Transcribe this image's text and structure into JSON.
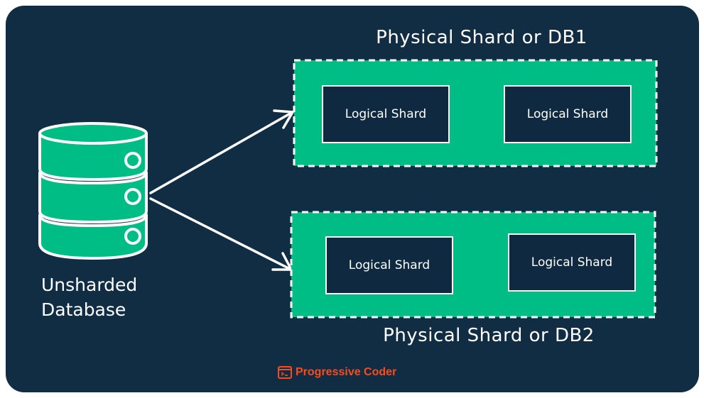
{
  "diagram": {
    "source": {
      "label_line1": "Unsharded",
      "label_line2": "Database"
    },
    "physical_shards": [
      {
        "title": "Physical Shard or DB1",
        "logical_shards": [
          "Logical Shard",
          "Logical Shard"
        ]
      },
      {
        "title": "Physical Shard or DB2",
        "logical_shards": [
          "Logical Shard",
          "Logical Shard"
        ]
      }
    ]
  },
  "footer": {
    "brand": "Progressive Coder",
    "brand_icon": "terminal-window-icon"
  },
  "colors": {
    "background": "#112d43",
    "shard_fill": "#00bd86",
    "logical_box_fill": "#0f2a40",
    "stroke": "#ffffff",
    "brand": "#ff4a1c"
  }
}
